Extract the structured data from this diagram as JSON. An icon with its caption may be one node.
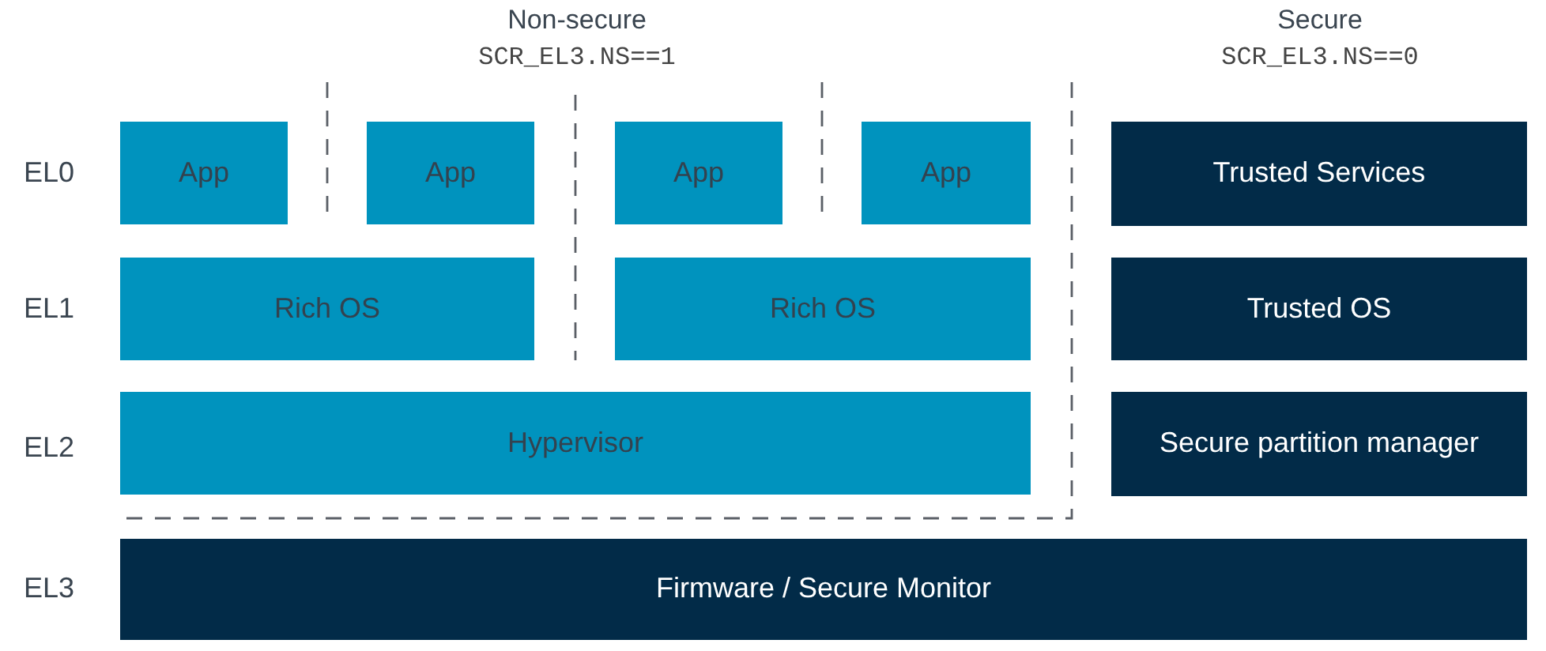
{
  "diagram": {
    "nodes": [
      {
        "text": [
          "App"
        ]
      },
      {
        "text": [
          "App"
        ]
      },
      {
        "text": [
          "App"
        ]
      },
      {
        "text": [
          "App"
        ]
      },
      {
        "text": [
          "Trusted Services"
        ]
      },
      {
        "text": [
          "Rich OS"
        ]
      },
      {
        "text": [
          "Rich OS"
        ]
      },
      {
        "text": [
          "Trusted OS"
        ]
      },
      {
        "text": [
          "Hypervisor"
        ]
      },
      {
        "text": [
          "Secure partition manager"
        ]
      },
      {
        "text": [
          "Firmware / Secure Monitor"
        ]
      }
    ],
    "labels": [
      "Non-secure",
      "SCR_EL3.NS==1",
      "Secure",
      "SCR_EL3.NS==0",
      "EL0",
      "EL1",
      "EL2",
      "EL3"
    ]
  }
}
